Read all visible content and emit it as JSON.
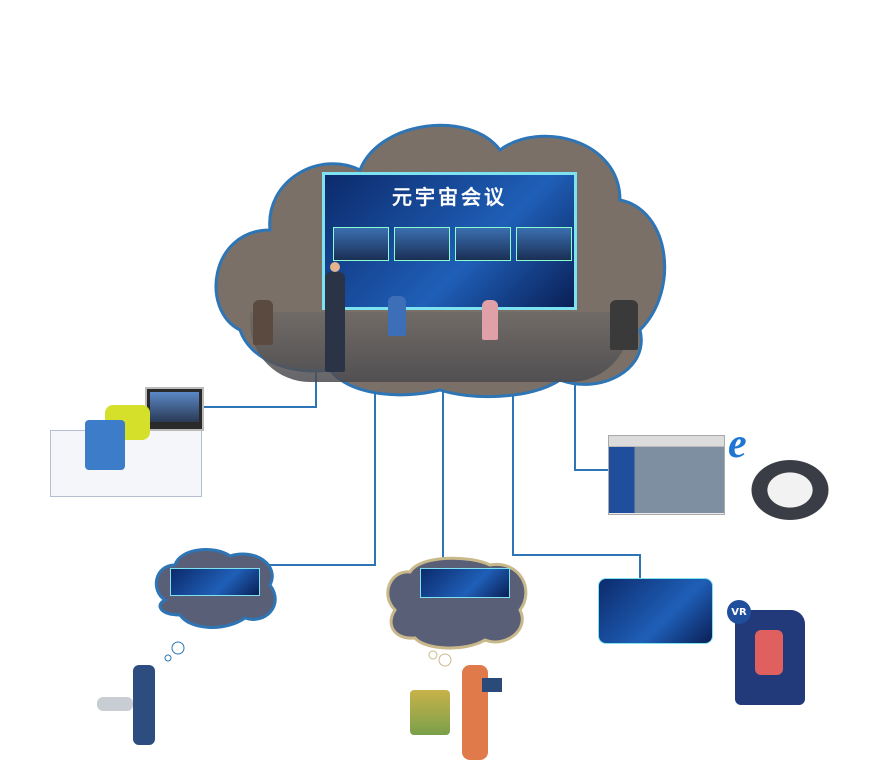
{
  "main_cloud": {
    "screen_title": "元宇宙会议"
  },
  "vr_badge": "VR",
  "ie_logo": "e",
  "colors": {
    "connector": "#2e75b6",
    "cloud_border": "#2e75b6",
    "screen_frame": "#7ee3f0"
  }
}
